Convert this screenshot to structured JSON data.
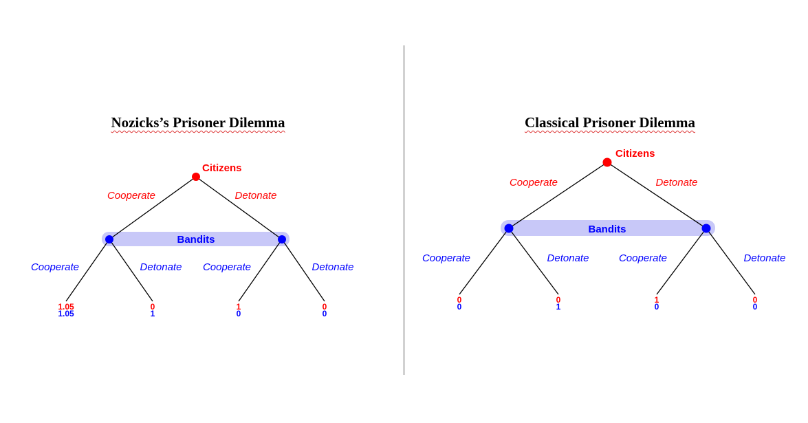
{
  "left": {
    "title": "Nozicks’s Prisoner Dilemma",
    "root_player": "Citizens",
    "info_set_player": "Bandits",
    "citizen_moves": [
      "Cooperate",
      "Detonate"
    ],
    "bandit_moves": [
      "Cooperate",
      "Detonate",
      "Cooperate",
      "Detonate"
    ],
    "payoffs": [
      {
        "citizens": "1.05",
        "bandits": "1.05"
      },
      {
        "citizens": "0",
        "bandits": "1"
      },
      {
        "citizens": "1",
        "bandits": "0"
      },
      {
        "citizens": "0",
        "bandits": "0"
      }
    ]
  },
  "right": {
    "title": "Classical Prisoner Dilemma",
    "root_player": "Citizens",
    "info_set_player": "Bandits",
    "citizen_moves": [
      "Cooperate",
      "Detonate"
    ],
    "bandit_moves": [
      "Cooperate",
      "Detonate",
      "Cooperate",
      "Detonate"
    ],
    "payoffs": [
      {
        "citizens": "0",
        "bandits": "0"
      },
      {
        "citizens": "0",
        "bandits": "1"
      },
      {
        "citizens": "1",
        "bandits": "0"
      },
      {
        "citizens": "0",
        "bandits": "0"
      }
    ]
  },
  "colors": {
    "citizens": "#ff0000",
    "bandits": "#0000ff",
    "info_set_band": "#c8c8f8"
  }
}
